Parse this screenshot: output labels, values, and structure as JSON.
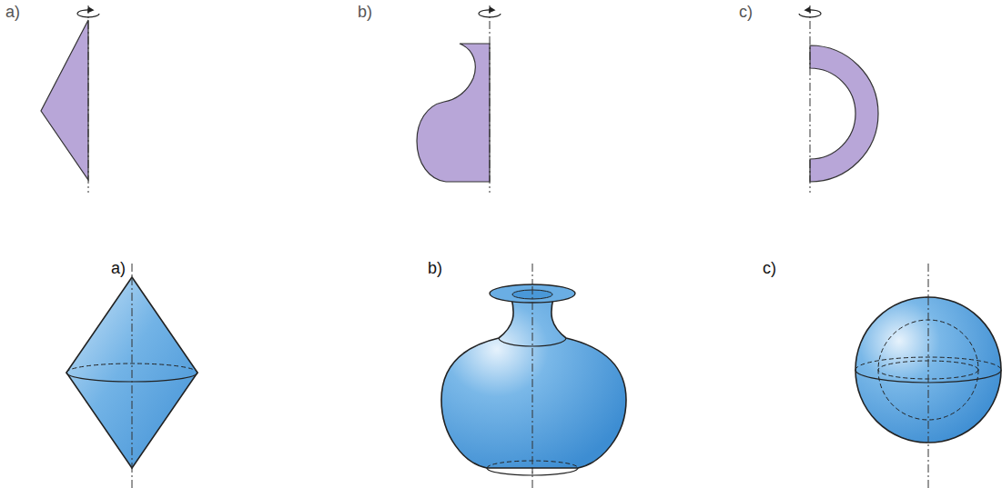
{
  "diagram": {
    "labels": [
      "a)",
      "b)",
      "c)",
      "a)",
      "b)",
      "c)"
    ]
  }
}
